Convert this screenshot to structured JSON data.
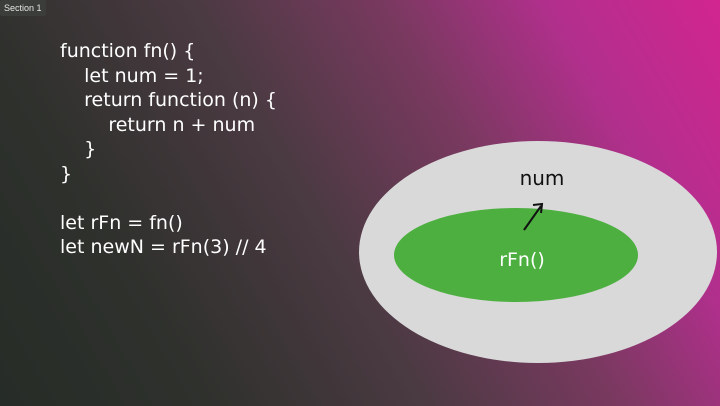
{
  "section_tag": "Section 1",
  "code": {
    "lines": [
      "function fn() {",
      "    let num = 1;",
      "    return function (n) {",
      "        return n + num",
      "    }",
      "}",
      "",
      "let rFn = fn()",
      "let newN = rFn(3) // 4"
    ]
  },
  "diagram": {
    "outer_label": "num",
    "inner_label": "rFn()",
    "outer_color": "#d9d9d9",
    "inner_color": "#4caf3f",
    "arrow_direction": "from inner scope up to outer scope"
  }
}
